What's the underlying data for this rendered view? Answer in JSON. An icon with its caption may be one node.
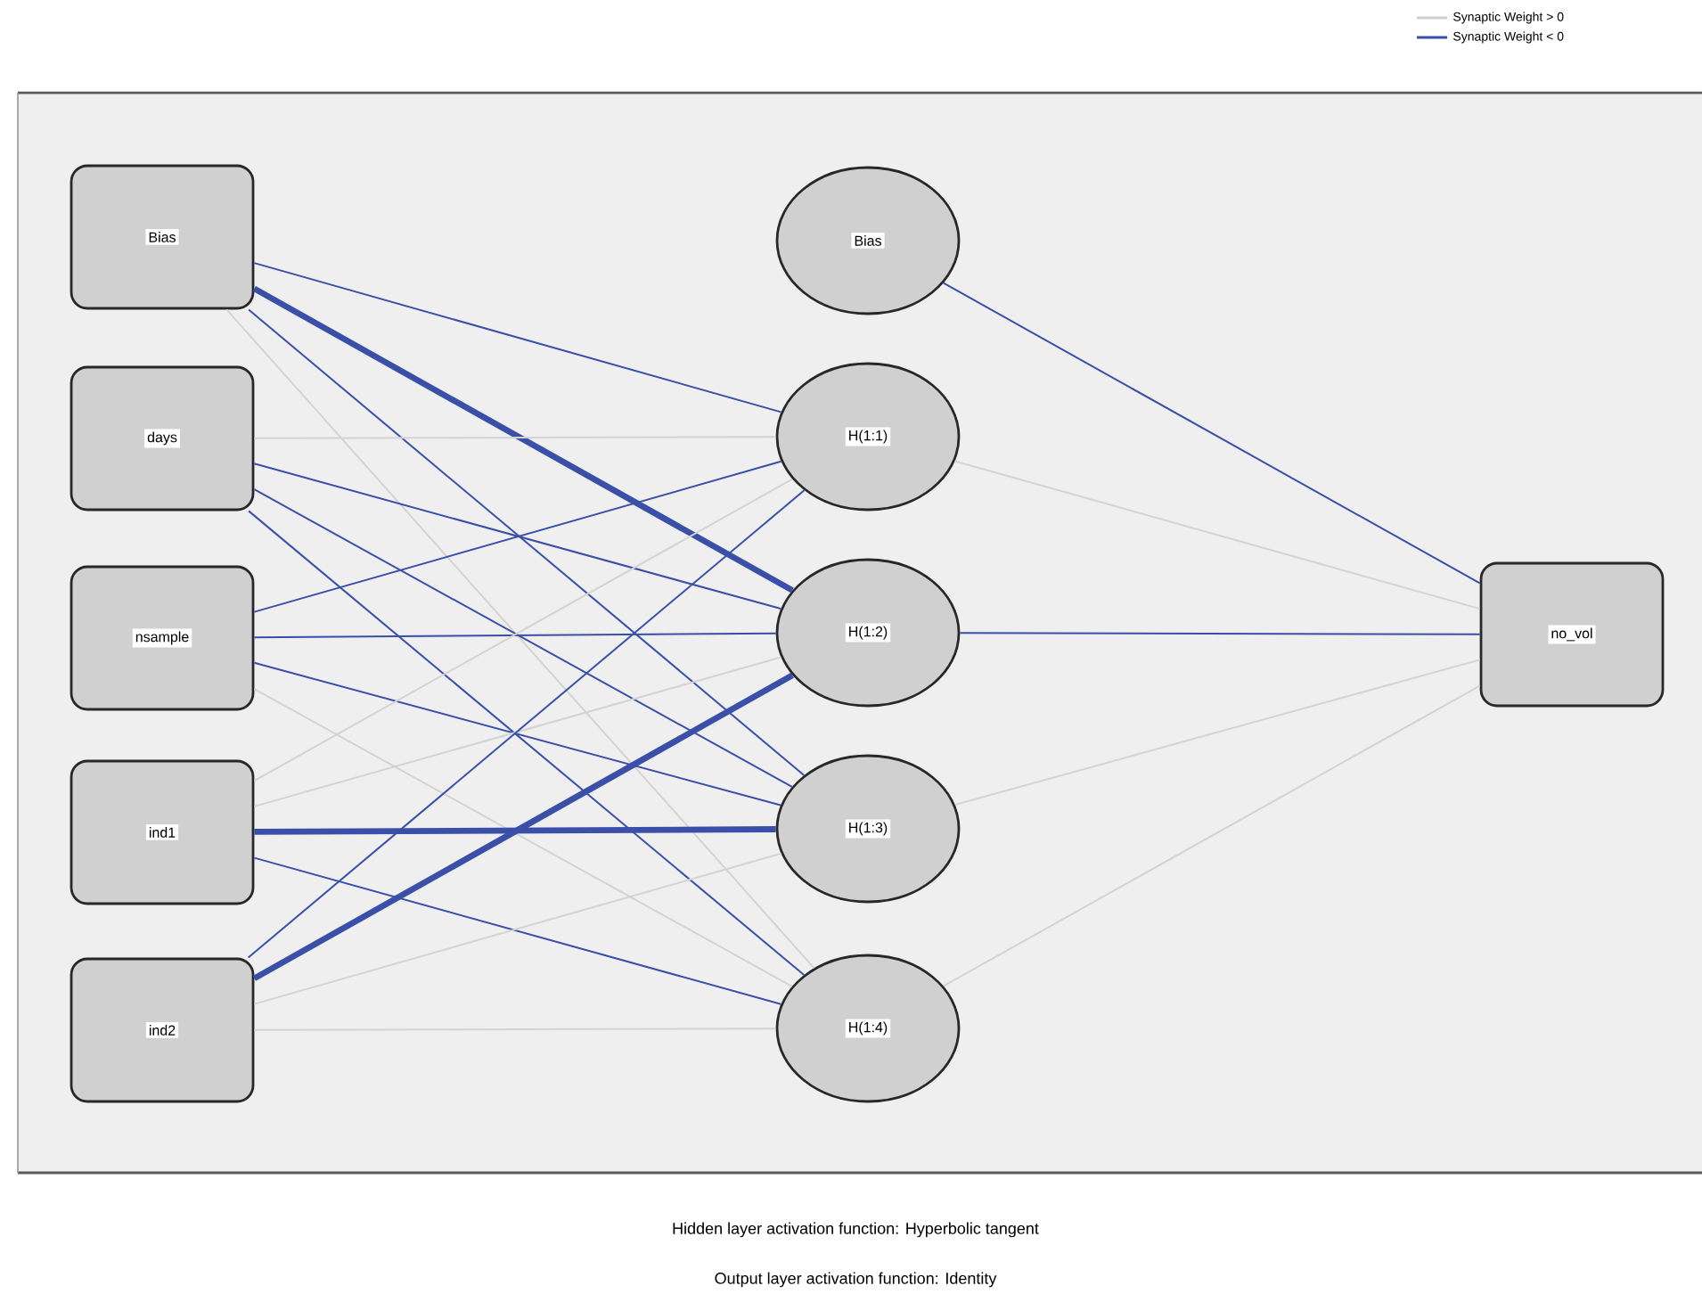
{
  "diagram": {
    "nodes": [
      {
        "text": [
          "Bias"
        ]
      },
      {
        "text": [
          "days"
        ]
      },
      {
        "text": [
          "nsample"
        ]
      },
      {
        "text": [
          "ind1"
        ]
      },
      {
        "text": [
          "ind2"
        ]
      },
      {
        "text": [
          "Bias"
        ]
      },
      {
        "text": [
          "H(1:1)"
        ]
      },
      {
        "text": [
          "H(1:2)"
        ]
      },
      {
        "text": [
          "H(1:3)"
        ]
      },
      {
        "text": [
          "H(1:4)"
        ]
      },
      {
        "text": [
          "no_vol"
        ]
      }
    ],
    "edges": [
      {
        "from": 0,
        "to": 6,
        "arrow": "none"
      },
      {
        "from": 0,
        "to": 7,
        "arrow": "none",
        "style": "thick"
      },
      {
        "from": 0,
        "to": 8,
        "arrow": "none"
      },
      {
        "from": 0,
        "to": 9,
        "arrow": "none",
        "color": "#d3d3d3"
      },
      {
        "from": 1,
        "to": 6,
        "arrow": "none",
        "color": "#d3d3d3"
      },
      {
        "from": 1,
        "to": 7,
        "arrow": "none"
      },
      {
        "from": 1,
        "to": 8,
        "arrow": "none"
      },
      {
        "from": 1,
        "to": 9,
        "arrow": "none"
      },
      {
        "from": 2,
        "to": 6,
        "arrow": "none"
      },
      {
        "from": 2,
        "to": 7,
        "arrow": "none"
      },
      {
        "from": 2,
        "to": 8,
        "arrow": "none"
      },
      {
        "from": 2,
        "to": 9,
        "arrow": "none",
        "color": "#d3d3d3"
      },
      {
        "from": 3,
        "to": 6,
        "arrow": "none",
        "color": "#d3d3d3"
      },
      {
        "from": 3,
        "to": 7,
        "arrow": "none",
        "color": "#d3d3d3"
      },
      {
        "from": 3,
        "to": 8,
        "arrow": "none",
        "style": "thick"
      },
      {
        "from": 3,
        "to": 9,
        "arrow": "none"
      },
      {
        "from": 4,
        "to": 6,
        "arrow": "none"
      },
      {
        "from": 4,
        "to": 7,
        "arrow": "none",
        "style": "thick"
      },
      {
        "from": 4,
        "to": 8,
        "arrow": "none",
        "color": "#d3d3d3"
      },
      {
        "from": 4,
        "to": 9,
        "arrow": "none",
        "color": "#d3d3d3"
      },
      {
        "from": 5,
        "to": 10,
        "arrow": "none"
      },
      {
        "from": 6,
        "to": 10,
        "arrow": "none",
        "color": "#d3d3d3"
      },
      {
        "from": 7,
        "to": 10,
        "arrow": "none"
      },
      {
        "from": 8,
        "to": 10,
        "arrow": "none",
        "color": "#d3d3d3"
      },
      {
        "from": 9,
        "to": 10,
        "arrow": "none",
        "color": "#d3d3d3"
      }
    ],
    "labels": [
      "Hidden layer activation function: Hyperbolic tangent",
      "Output layer activation function: Identity"
    ],
    "legend": [
      {
        "text": "Synaptic Weight > 0"
      },
      {
        "text": "Synaptic Weight < 0"
      }
    ]
  }
}
